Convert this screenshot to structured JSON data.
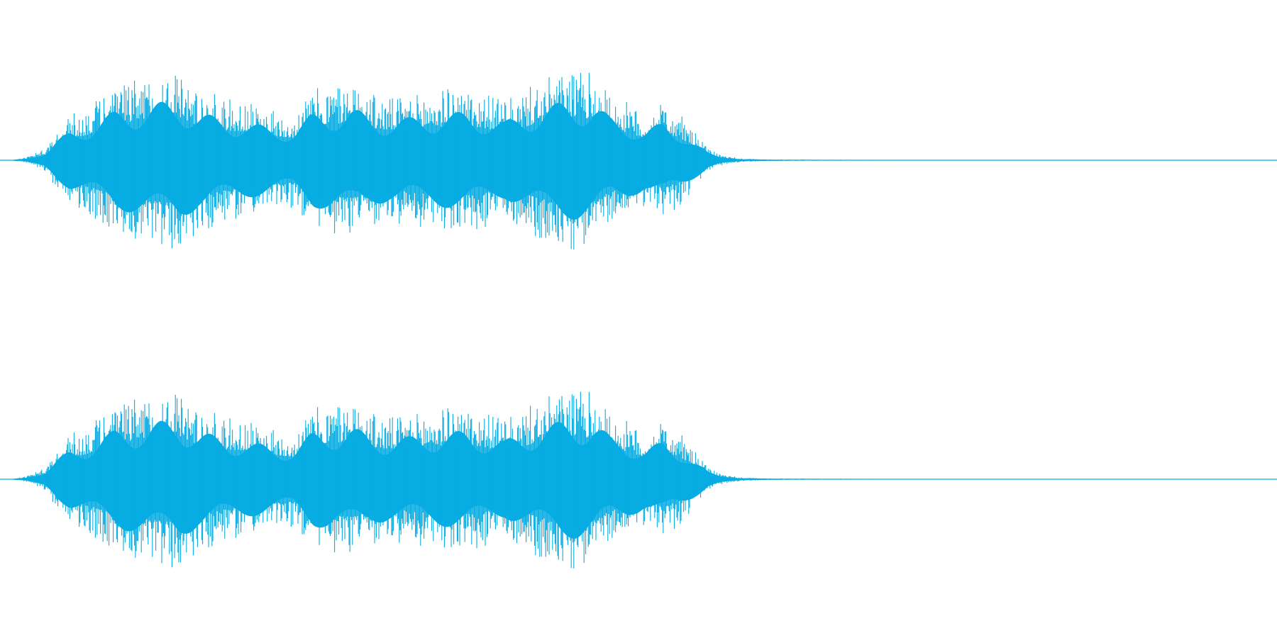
{
  "waveform": {
    "color": "#06ace2",
    "background": "#ffffff",
    "channels": [
      {
        "name": "",
        "envelope_points": [
          [
            0.0,
            0.0
          ],
          [
            0.01,
            0.005
          ],
          [
            0.02,
            0.03
          ],
          [
            0.035,
            0.12
          ],
          [
            0.045,
            0.33
          ],
          [
            0.055,
            0.5
          ],
          [
            0.07,
            0.6
          ],
          [
            0.09,
            0.82
          ],
          [
            0.11,
            0.9
          ],
          [
            0.125,
            0.96
          ],
          [
            0.14,
            1.0
          ],
          [
            0.155,
            0.8
          ],
          [
            0.17,
            0.72
          ],
          [
            0.19,
            0.65
          ],
          [
            0.21,
            0.56
          ],
          [
            0.23,
            0.52
          ],
          [
            0.245,
            0.78
          ],
          [
            0.26,
            0.84
          ],
          [
            0.275,
            0.87
          ],
          [
            0.29,
            0.75
          ],
          [
            0.305,
            0.69
          ],
          [
            0.32,
            0.71
          ],
          [
            0.335,
            0.76
          ],
          [
            0.35,
            0.79
          ],
          [
            0.365,
            0.8
          ],
          [
            0.38,
            0.74
          ],
          [
            0.395,
            0.65
          ],
          [
            0.41,
            0.76
          ],
          [
            0.425,
            0.9
          ],
          [
            0.44,
            0.96
          ],
          [
            0.452,
            0.99
          ],
          [
            0.465,
            0.96
          ],
          [
            0.478,
            0.72
          ],
          [
            0.49,
            0.65
          ],
          [
            0.505,
            0.5
          ],
          [
            0.52,
            0.64
          ],
          [
            0.535,
            0.47
          ],
          [
            0.545,
            0.29
          ],
          [
            0.555,
            0.12
          ],
          [
            0.565,
            0.06
          ],
          [
            0.58,
            0.02
          ],
          [
            0.6,
            0.01
          ],
          [
            0.65,
            0.006
          ],
          [
            0.7,
            0.004
          ],
          [
            0.8,
            0.003
          ],
          [
            1.0,
            0.003
          ]
        ]
      },
      {
        "name": "",
        "envelope_points": [
          [
            0.0,
            0.0
          ],
          [
            0.01,
            0.005
          ],
          [
            0.02,
            0.03
          ],
          [
            0.035,
            0.12
          ],
          [
            0.045,
            0.33
          ],
          [
            0.055,
            0.5
          ],
          [
            0.07,
            0.6
          ],
          [
            0.09,
            0.82
          ],
          [
            0.11,
            0.9
          ],
          [
            0.125,
            0.96
          ],
          [
            0.14,
            1.0
          ],
          [
            0.155,
            0.8
          ],
          [
            0.17,
            0.72
          ],
          [
            0.19,
            0.65
          ],
          [
            0.21,
            0.56
          ],
          [
            0.23,
            0.52
          ],
          [
            0.245,
            0.78
          ],
          [
            0.26,
            0.84
          ],
          [
            0.275,
            0.87
          ],
          [
            0.29,
            0.75
          ],
          [
            0.305,
            0.69
          ],
          [
            0.32,
            0.71
          ],
          [
            0.335,
            0.76
          ],
          [
            0.35,
            0.79
          ],
          [
            0.365,
            0.8
          ],
          [
            0.38,
            0.74
          ],
          [
            0.395,
            0.65
          ],
          [
            0.41,
            0.76
          ],
          [
            0.425,
            0.9
          ],
          [
            0.44,
            0.96
          ],
          [
            0.452,
            0.99
          ],
          [
            0.465,
            0.96
          ],
          [
            0.478,
            0.72
          ],
          [
            0.49,
            0.65
          ],
          [
            0.505,
            0.5
          ],
          [
            0.52,
            0.64
          ],
          [
            0.535,
            0.47
          ],
          [
            0.545,
            0.29
          ],
          [
            0.555,
            0.12
          ],
          [
            0.565,
            0.06
          ],
          [
            0.58,
            0.02
          ],
          [
            0.6,
            0.01
          ],
          [
            0.65,
            0.006
          ],
          [
            0.7,
            0.004
          ],
          [
            0.8,
            0.003
          ],
          [
            1.0,
            0.003
          ]
        ]
      }
    ]
  }
}
